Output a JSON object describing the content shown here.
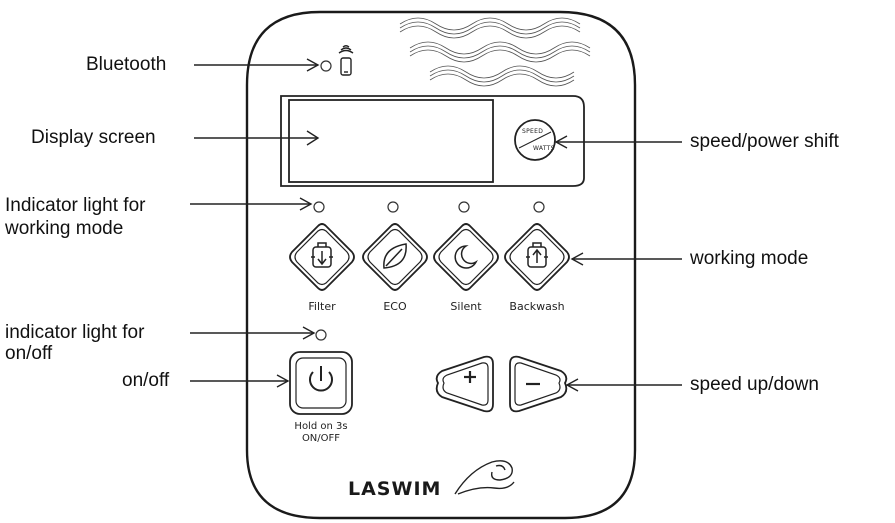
{
  "callouts": {
    "bluetooth": "Bluetooth",
    "display_screen": "Display screen",
    "indicator_working_line1": "Indicator light for",
    "indicator_working_line2": "working mode",
    "indicator_onoff_line1": "indicator light for",
    "indicator_onoff_line2": "on/off",
    "onoff": "on/off",
    "speed_power_shift": "speed/power shift",
    "working_mode": "working mode",
    "speed_up_down": "speed up/down"
  },
  "panel": {
    "modes": [
      "Filter",
      "ECO",
      "Silent",
      "Backwash"
    ],
    "speed_label": "SPEED",
    "watts_label": "WATTS",
    "hold_line1": "Hold on 3s",
    "hold_line2": "ON/OFF",
    "brand": "LASWIM"
  },
  "icons": {
    "bluetooth": "bluetooth-phone-icon",
    "filter": "filter-icon",
    "eco": "leaf-icon",
    "silent": "moon-icon",
    "backwash": "backwash-icon",
    "power": "power-icon",
    "plus": "plus-icon",
    "minus": "minus-icon",
    "logo": "shell-logo-icon"
  }
}
